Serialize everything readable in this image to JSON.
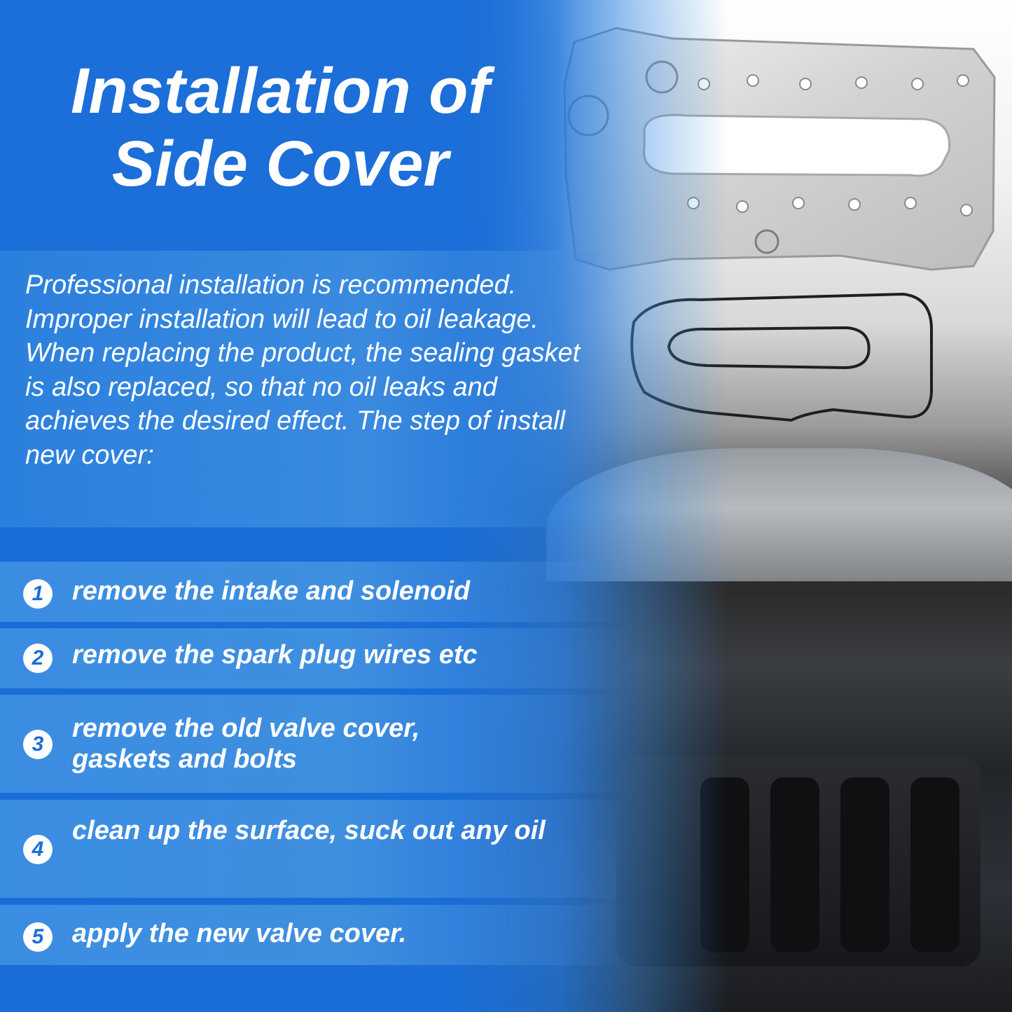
{
  "title": {
    "line1": "Installation of",
    "line2": "Side Cover"
  },
  "paragraph": "Professional installation is recommended. Improper installation will lead to oil leakage. When replacing the product, the sealing gasket is also replaced, so that no oil leaks and achieves the desired effect. The step of install new cover:",
  "steps": [
    {
      "number": "1",
      "text": "remove the intake and solenoid"
    },
    {
      "number": "2",
      "text": "remove the spark plug wires etc"
    },
    {
      "number": "3",
      "text": "remove the old valve cover, gaskets and bolts"
    },
    {
      "number": "4",
      "text": "clean up the surface, suck out any oil"
    },
    {
      "number": "5",
      "text": "apply the new valve cover."
    }
  ],
  "colors": {
    "brand_blue": "#1c6ed8",
    "panel_blue": "#3b8de2",
    "text": "#ffffff"
  }
}
